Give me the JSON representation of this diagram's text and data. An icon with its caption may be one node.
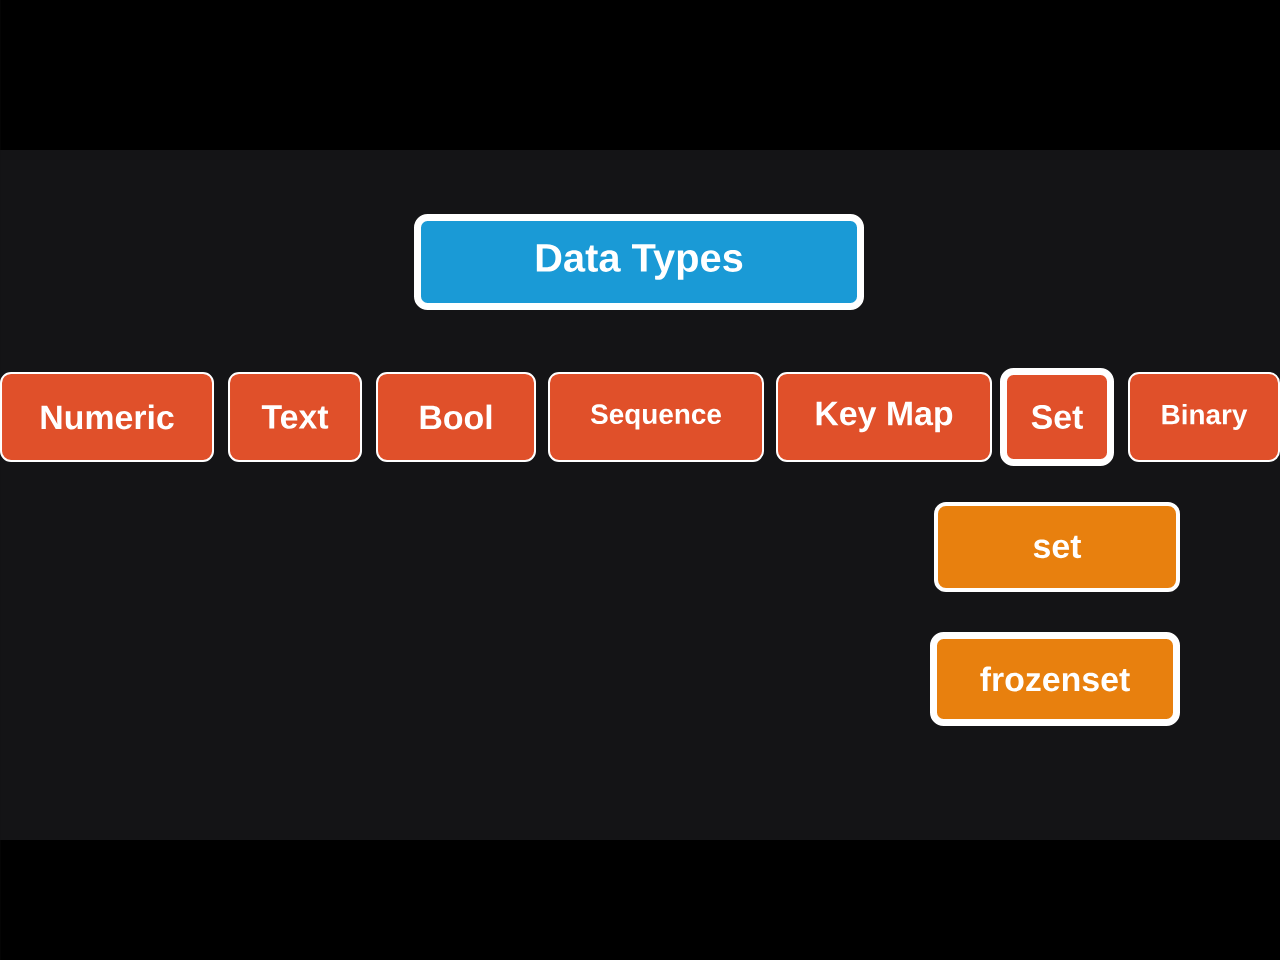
{
  "diagram": {
    "nodes": [
      {
        "text": [
          "Data Types"
        ]
      },
      {
        "text": [
          "Numeric"
        ]
      },
      {
        "text": [
          "Text"
        ]
      },
      {
        "text": [
          "Bool"
        ]
      },
      {
        "text": [
          "Sequence"
        ]
      },
      {
        "text": [
          "Key Map"
        ]
      },
      {
        "text": [
          "Set"
        ]
      },
      {
        "text": [
          "Binary"
        ]
      },
      {
        "text": [
          "set"
        ]
      },
      {
        "text": [
          "frozenset"
        ]
      }
    ]
  }
}
